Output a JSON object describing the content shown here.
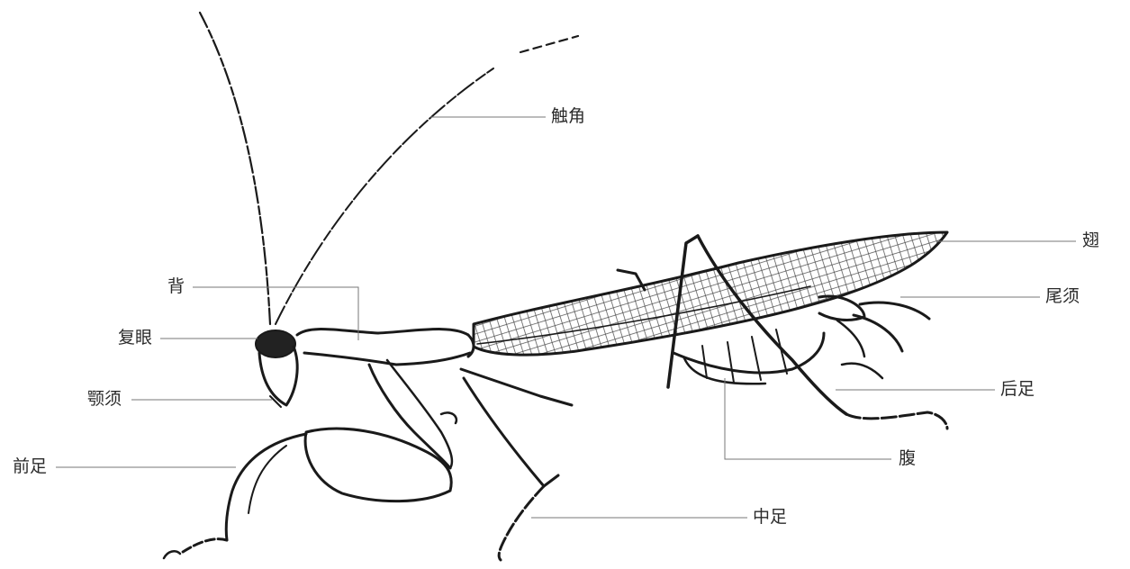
{
  "diagram": {
    "labels": {
      "antenna": "触角",
      "wing": "翅",
      "back": "背",
      "cercus": "尾须",
      "compound_eye": "复眼",
      "hind_leg": "后足",
      "palp": "颚须",
      "abdomen": "腹",
      "foreleg": "前足",
      "middle_leg": "中足"
    }
  }
}
